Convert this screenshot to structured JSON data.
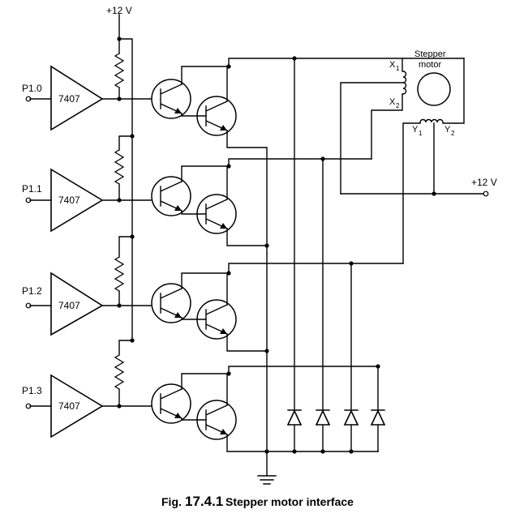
{
  "supply_top_label": "+12 V",
  "supply_right_label": "+12 V",
  "inputs": [
    "P1.0",
    "P1.1",
    "P1.2",
    "P1.3"
  ],
  "buffer_label": "7407",
  "motor": {
    "line1": "Stepper",
    "line2": "motor"
  },
  "coil_x1": {
    "letter": "X",
    "sub": "1"
  },
  "coil_x2": {
    "letter": "X",
    "sub": "2"
  },
  "coil_y1": {
    "letter": "Y",
    "sub": "1"
  },
  "coil_y2": {
    "letter": "Y",
    "sub": "2"
  },
  "caption": {
    "prefix": "Fig.",
    "number": "17.4.1",
    "title": "Stepper motor interface"
  }
}
